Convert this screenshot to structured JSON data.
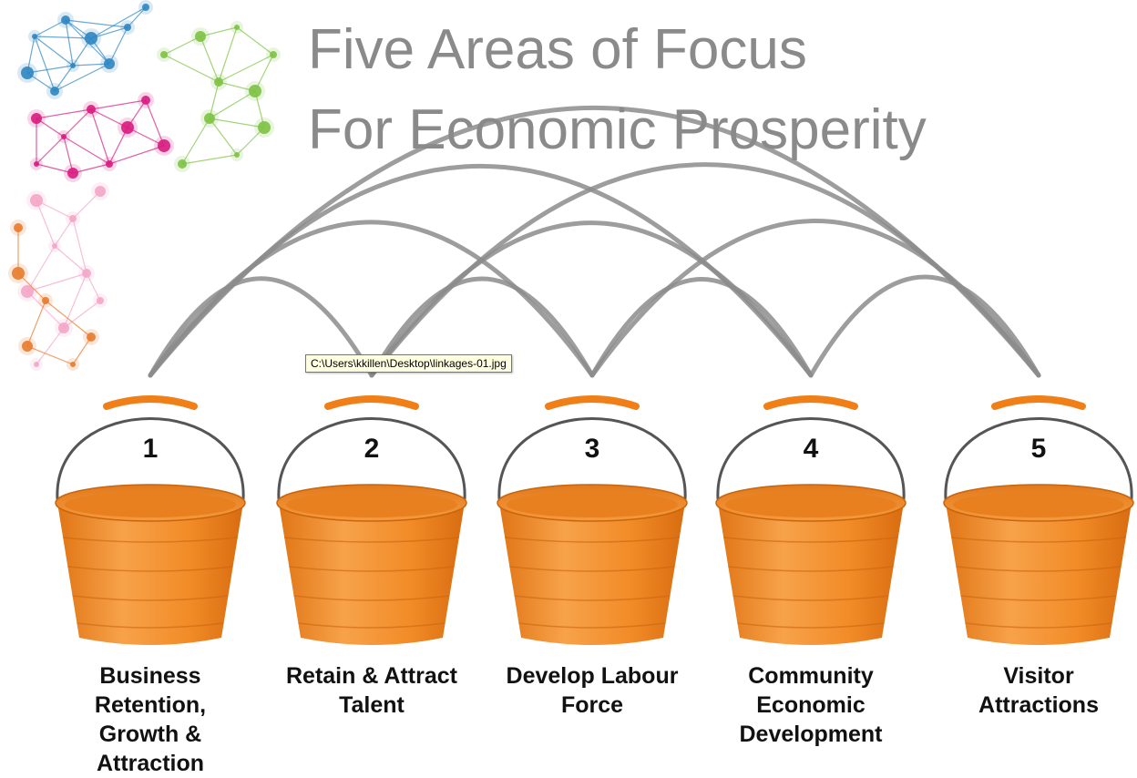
{
  "title": {
    "line1": "Five Areas of Focus",
    "line2": "For Economic Prosperity"
  },
  "tooltip": "C:\\Users\\kkillen\\Desktop\\linkages-01.jpg",
  "colors": {
    "bucket": "#f28c28",
    "bucket_dark": "#d9741a",
    "handle_grip": "#f07f18",
    "arc": "#8c8c8c",
    "title": "#8a8a8a"
  },
  "buckets": [
    {
      "number": "1",
      "label": "Business\nRetention,\nGrowth &\nAttraction"
    },
    {
      "number": "2",
      "label": "Retain & Attract\nTalent"
    },
    {
      "number": "3",
      "label": "Develop Labour\nForce"
    },
    {
      "number": "4",
      "label": "Community\nEconomic\nDevelopment"
    },
    {
      "number": "5",
      "label": "Visitor\nAttractions"
    }
  ],
  "linkages": [
    [
      1,
      2
    ],
    [
      1,
      3
    ],
    [
      1,
      4
    ],
    [
      1,
      5
    ],
    [
      2,
      3
    ],
    [
      2,
      4
    ],
    [
      2,
      5
    ],
    [
      3,
      4
    ],
    [
      3,
      5
    ],
    [
      4,
      5
    ]
  ],
  "decoration": {
    "name": "network-graphic"
  }
}
